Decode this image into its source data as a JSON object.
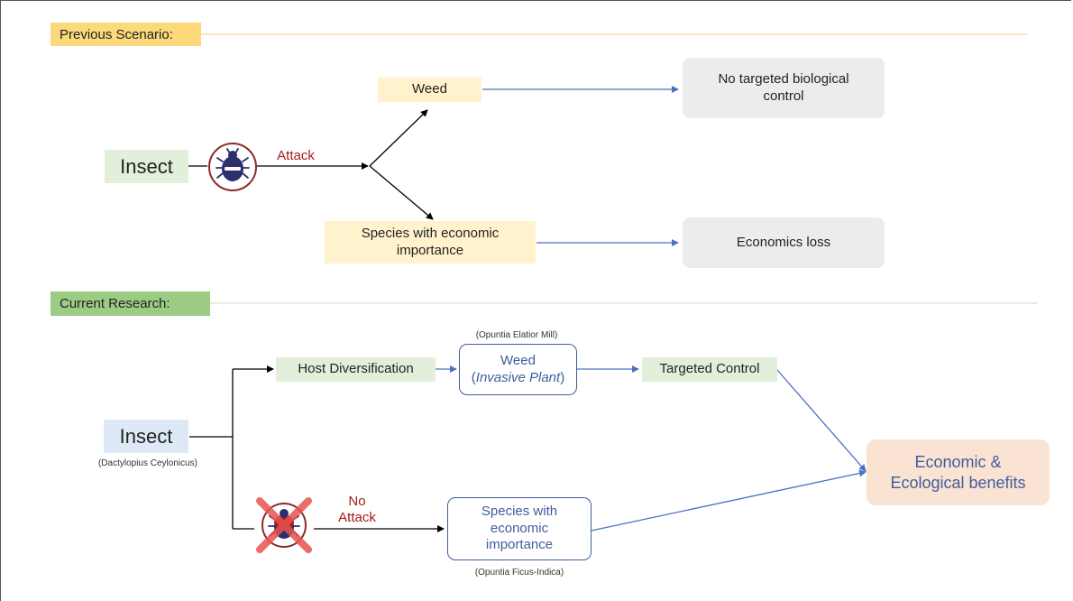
{
  "previous": {
    "tag": "Previous Scenario:",
    "insect": "Insect",
    "attack": "Attack",
    "weed": "Weed",
    "species": "Species with economic importance",
    "no_control": "No targeted biological control",
    "loss": "Economics loss"
  },
  "current": {
    "tag": "Current Research:",
    "insect": "Insect",
    "insect_caption": "(Dactylopius Ceylonicus)",
    "host_div": "Host Diversification",
    "weed_caption": "(Opuntia Elatior Mill)",
    "weed": "Weed",
    "weed_sub_open": "(",
    "weed_sub": "Invasive Plant",
    "weed_sub_close": ")",
    "targeted": "Targeted Control",
    "no_attack_1": "No",
    "no_attack_2": "Attack",
    "species": "Species with economic importance",
    "species_caption": "(Opuntia Ficus-Indica)",
    "benefits": "Economic & Ecological benefits"
  },
  "icons": {
    "insect_attack": "beetle-icon",
    "insect_blocked": "beetle-crossed-icon"
  },
  "colors": {
    "blue_arrow": "#4a72c0",
    "attack_red": "#a51c1c",
    "cross_red": "#e8534e",
    "beetle_navy": "#2b2f6b"
  }
}
